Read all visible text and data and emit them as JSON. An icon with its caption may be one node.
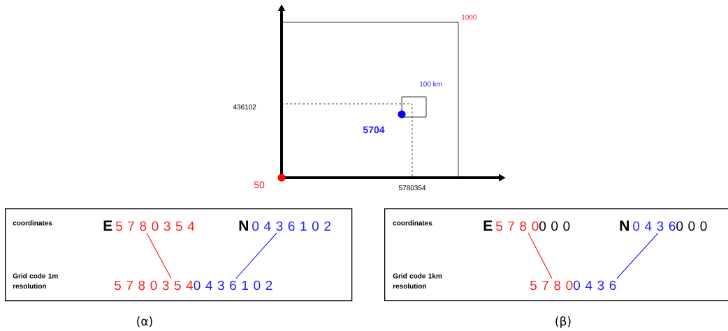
{
  "diagram": {
    "nodes": [
      {
        "text": [
          "coordinates",
          "Grid code 1m resolution"
        ],
        "beside": [
          "(α)"
        ]
      },
      {
        "text": [
          "E",
          "5 7 8 0 3 5 4"
        ],
        "in": 0
      },
      {
        "text": [
          "N",
          "0 4 3 6 1 0 2"
        ],
        "in": 0
      },
      {
        "text": [
          "5 7 8 0 3 5 4",
          "0 4 3 6 1 0 2"
        ],
        "in": 0
      },
      {
        "text": [
          "coordinates",
          "Grid code 1km resolution"
        ],
        "beside": [
          "(β)"
        ]
      },
      {
        "text": [
          "E",
          "5 7 8 0",
          "0 0 0"
        ],
        "in": 4
      },
      {
        "text": [
          "N",
          "0 4 3 6",
          "0 0 0"
        ],
        "in": 4
      },
      {
        "text": [
          "5 7 8 0",
          "0 4 3 6"
        ],
        "in": 4
      }
    ],
    "edges": [
      {
        "from": 1,
        "to": 3,
        "arrow": "none",
        "color": "#ff0000"
      },
      {
        "from": 2,
        "to": 3,
        "arrow": "none",
        "color": "#0000ff"
      },
      {
        "from": 5,
        "to": 7,
        "arrow": "none",
        "color": "#ff0000"
      },
      {
        "from": 6,
        "to": 7,
        "arrow": "none",
        "color": "#0000ff"
      }
    ],
    "labels": [
      "1000",
      "100 km",
      "436102",
      "5704",
      "50",
      "5780354"
    ]
  }
}
